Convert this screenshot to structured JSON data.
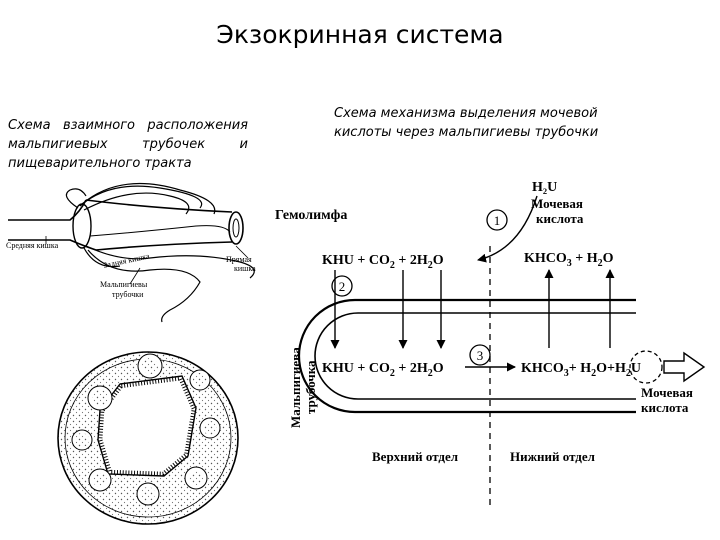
{
  "page": {
    "title": "Экзокринная система"
  },
  "left_panel": {
    "caption": "Схема взаимного расположения мальпигиевых трубочек и пищеварительного тракта",
    "labels": {
      "midgut": "Средняя кишка",
      "hindgut": "Задняя кишка",
      "rectum": "Прямая кишка",
      "tubules": "Мальпигиевы трубочки"
    }
  },
  "right_panel": {
    "caption": "Схема механизма выделения мочевой кислоты через мальпигиевы трубочки",
    "hemolymph": "Гемолимфа",
    "uric_acid_in": {
      "formula": "H₂U",
      "label": "Мочевая кислота"
    },
    "step_markers": [
      "1",
      "2",
      "3"
    ],
    "top_equation_left": {
      "a": "KHU",
      "b": "CO",
      "b_sub": "2",
      "c": "2H",
      "c_sub": "2",
      "c_tail": "O"
    },
    "top_equation_right": {
      "a": "KHCO",
      "a_sub": "3",
      "b": "H",
      "b_sub": "2",
      "b_tail": "O"
    },
    "bottom_equation_left": {
      "a": "KHU",
      "b": "CO",
      "b_sub": "2",
      "c": "2H",
      "c_sub": "2",
      "c_tail": "O"
    },
    "bottom_equation_right": {
      "a": "KHCO",
      "a_sub": "3",
      "b": "H",
      "b_sub": "2",
      "b_tail": "O",
      "c": "H",
      "c_sub": "2",
      "c_tail": "U"
    },
    "tubule_label": "Мальпигиева трубочка",
    "upper_section": "Верхний отдел",
    "lower_section": "Нижний отдел",
    "uric_acid_out": "Мочевая кислота"
  }
}
